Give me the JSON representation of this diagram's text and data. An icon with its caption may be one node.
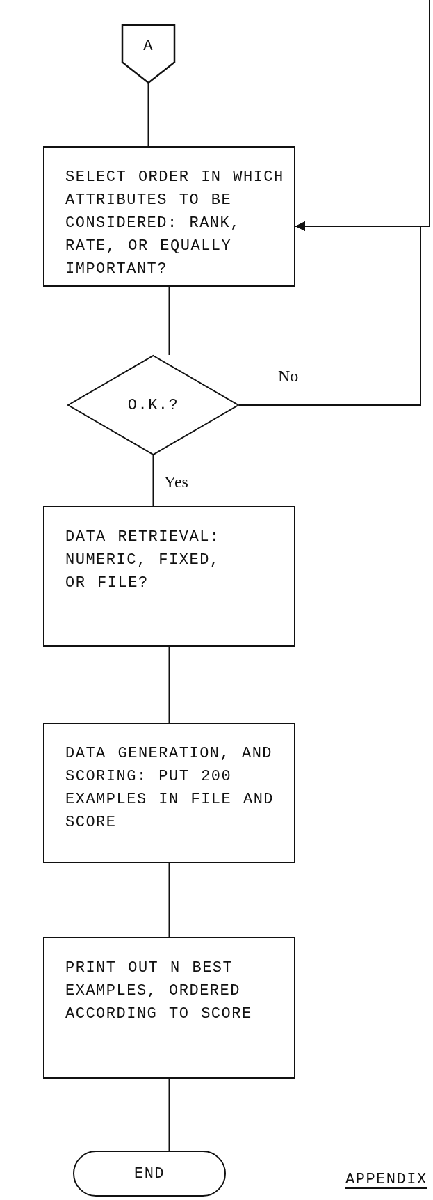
{
  "diagram": {
    "nodes": [
      {
        "text": [
          "A"
        ]
      },
      {
        "text": [
          "SELECT ORDER IN WHICH ATTRIBUTES TO BE CONSIDERED: RANK, RATE, OR EQUALLY IMPORTANT?"
        ]
      },
      {
        "text": [
          "O.K.?"
        ]
      },
      {
        "text": [
          "DATA RETRIEVAL: NUMERIC, FIXED, OR FILE?"
        ]
      },
      {
        "text": [
          "DATA GENERATION, AND SCORING: PUT 200 EXAMPLES IN FILE AND SCORE"
        ]
      },
      {
        "text": [
          "PRINT OUT N BEST EXAMPLES, ORDERED ACCORDING TO SCORE"
        ]
      },
      {
        "text": [
          "END"
        ]
      }
    ],
    "edges": [
      {
        "from": 0,
        "to": 1,
        "arrow": "none"
      },
      {
        "from": 1,
        "to": 2,
        "arrow": "none"
      },
      {
        "from": 2,
        "to": 3,
        "arrow": "none",
        "label": "Yes"
      },
      {
        "from": 2,
        "to": 1,
        "arrow": "to",
        "label": "No"
      },
      {
        "from": null,
        "to": 1,
        "arrow": "to"
      },
      {
        "from": 3,
        "to": 4,
        "arrow": "none"
      },
      {
        "from": 4,
        "to": 5,
        "arrow": "none"
      },
      {
        "from": 5,
        "to": 6,
        "arrow": "none"
      }
    ],
    "labels": [
      "APPENDIX"
    ]
  }
}
